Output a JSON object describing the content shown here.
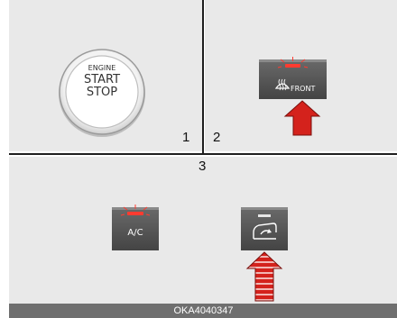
{
  "engine_button": {
    "line1": "ENGINE",
    "line2": "START",
    "line3": "STOP"
  },
  "front_defrost_button": {
    "label": "FRONT"
  },
  "ac_button": {
    "label": "A/C"
  },
  "callouts": {
    "n1": "1",
    "n2": "2",
    "n3": "3"
  },
  "caption": "OKA4040347",
  "colors": {
    "background": "#e9e9e9",
    "button_dark": "#555555",
    "indicator": "#ff3b30",
    "arrow": "#d4221c"
  },
  "icons": [
    "front-defrost-icon",
    "recirculation-icon",
    "arrow-up-icon"
  ]
}
